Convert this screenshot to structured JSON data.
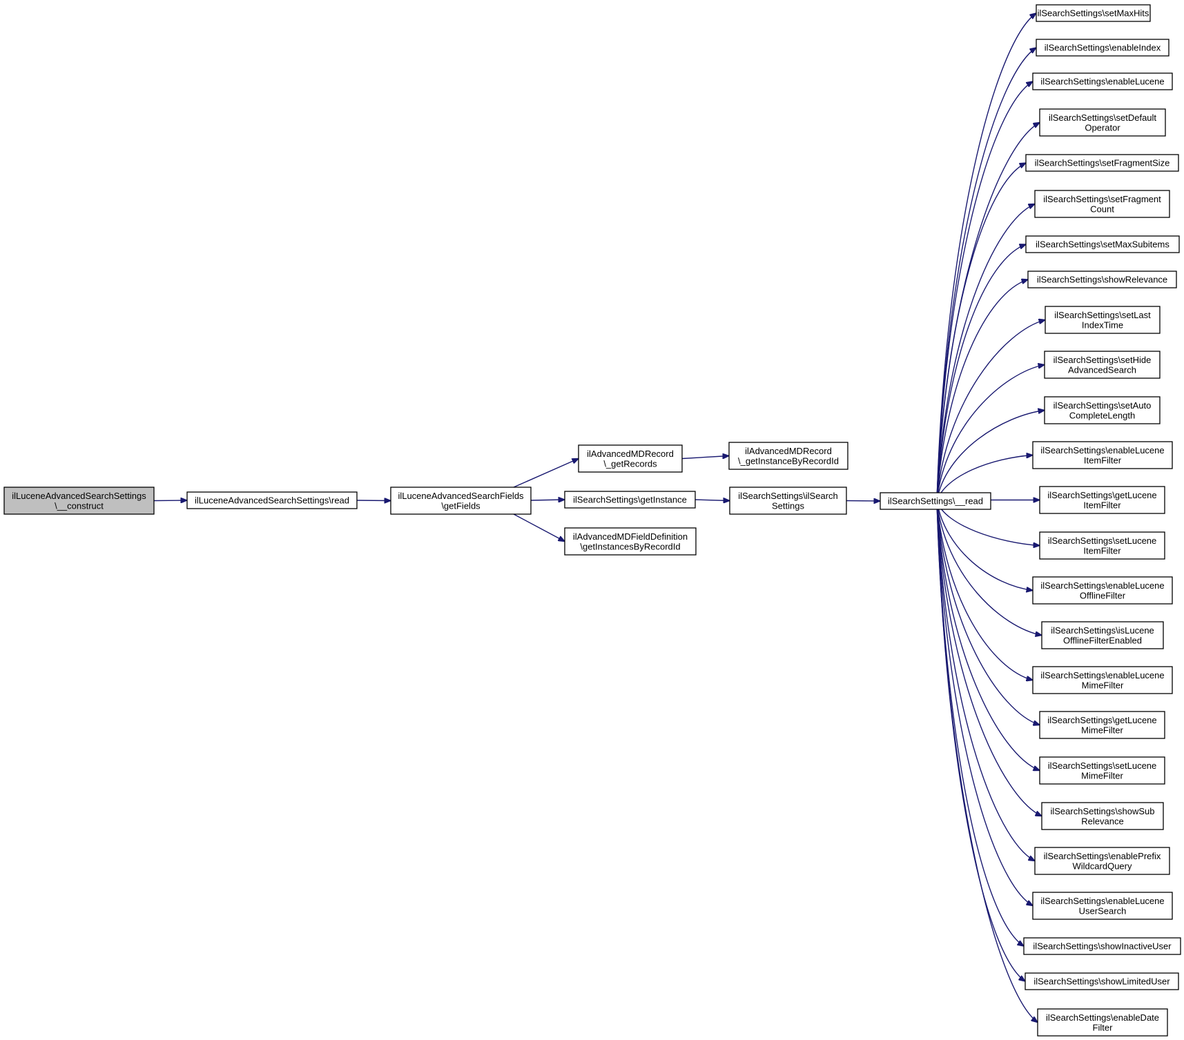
{
  "diagram": {
    "type": "call-graph",
    "edge_color": "#191970",
    "root_fill": "#bfbfbf",
    "nodes": [
      {
        "id": "root",
        "lines": [
          "ilLuceneAdvancedSearchSettings",
          "\\__construct"
        ]
      },
      {
        "id": "read",
        "lines": [
          "ilLuceneAdvancedSearchSettings\\read"
        ]
      },
      {
        "id": "getFields",
        "lines": [
          "ilLuceneAdvancedSearchFields",
          "\\getFields"
        ]
      },
      {
        "id": "getRecords",
        "lines": [
          "ilAdvancedMDRecord",
          "\\_getRecords"
        ]
      },
      {
        "id": "getInstanceSS",
        "lines": [
          "ilSearchSettings\\getInstance"
        ]
      },
      {
        "id": "getInstancesByRecordId",
        "lines": [
          "ilAdvancedMDFieldDefinition",
          "\\getInstancesByRecordId"
        ]
      },
      {
        "id": "getInstanceByRecordId",
        "lines": [
          "ilAdvancedMDRecord",
          "\\_getInstanceByRecordId"
        ]
      },
      {
        "id": "ctorSS",
        "lines": [
          "ilSearchSettings\\ilSearch",
          "Settings"
        ]
      },
      {
        "id": "readSS",
        "lines": [
          "ilSearchSettings\\__read"
        ]
      },
      {
        "id": "t1",
        "lines": [
          "ilSearchSettings\\setMaxHits"
        ]
      },
      {
        "id": "t2",
        "lines": [
          "ilSearchSettings\\enableIndex"
        ]
      },
      {
        "id": "t3",
        "lines": [
          "ilSearchSettings\\enableLucene"
        ]
      },
      {
        "id": "t4",
        "lines": [
          "ilSearchSettings\\setDefault",
          "Operator"
        ]
      },
      {
        "id": "t5",
        "lines": [
          "ilSearchSettings\\setFragmentSize"
        ]
      },
      {
        "id": "t6",
        "lines": [
          "ilSearchSettings\\setFragment",
          "Count"
        ]
      },
      {
        "id": "t7",
        "lines": [
          "ilSearchSettings\\setMaxSubitems"
        ]
      },
      {
        "id": "t8",
        "lines": [
          "ilSearchSettings\\showRelevance"
        ]
      },
      {
        "id": "t9",
        "lines": [
          "ilSearchSettings\\setLast",
          "IndexTime"
        ]
      },
      {
        "id": "t10",
        "lines": [
          "ilSearchSettings\\setHide",
          "AdvancedSearch"
        ]
      },
      {
        "id": "t11",
        "lines": [
          "ilSearchSettings\\setAuto",
          "CompleteLength"
        ]
      },
      {
        "id": "t12",
        "lines": [
          "ilSearchSettings\\enableLucene",
          "ItemFilter"
        ]
      },
      {
        "id": "t13",
        "lines": [
          "ilSearchSettings\\getLucene",
          "ItemFilter"
        ]
      },
      {
        "id": "t14",
        "lines": [
          "ilSearchSettings\\setLucene",
          "ItemFilter"
        ]
      },
      {
        "id": "t15",
        "lines": [
          "ilSearchSettings\\enableLucene",
          "OfflineFilter"
        ]
      },
      {
        "id": "t16",
        "lines": [
          "ilSearchSettings\\isLucene",
          "OfflineFilterEnabled"
        ]
      },
      {
        "id": "t17",
        "lines": [
          "ilSearchSettings\\enableLucene",
          "MimeFilter"
        ]
      },
      {
        "id": "t18",
        "lines": [
          "ilSearchSettings\\getLucene",
          "MimeFilter"
        ]
      },
      {
        "id": "t19",
        "lines": [
          "ilSearchSettings\\setLucene",
          "MimeFilter"
        ]
      },
      {
        "id": "t20",
        "lines": [
          "ilSearchSettings\\showSub",
          "Relevance"
        ]
      },
      {
        "id": "t21",
        "lines": [
          "ilSearchSettings\\enablePrefix",
          "WildcardQuery"
        ]
      },
      {
        "id": "t22",
        "lines": [
          "ilSearchSettings\\enableLucene",
          "UserSearch"
        ]
      },
      {
        "id": "t23",
        "lines": [
          "ilSearchSettings\\showInactiveUser"
        ]
      },
      {
        "id": "t24",
        "lines": [
          "ilSearchSettings\\showLimitedUser"
        ]
      },
      {
        "id": "t25",
        "lines": [
          "ilSearchSettings\\enableDate",
          "Filter"
        ]
      }
    ],
    "edges": [
      [
        "root",
        "read"
      ],
      [
        "read",
        "getFields"
      ],
      [
        "getFields",
        "getRecords"
      ],
      [
        "getFields",
        "getInstanceSS"
      ],
      [
        "getFields",
        "getInstancesByRecordId"
      ],
      [
        "getRecords",
        "getInstanceByRecordId"
      ],
      [
        "getInstanceSS",
        "ctorSS"
      ],
      [
        "ctorSS",
        "readSS"
      ],
      [
        "readSS",
        "t1"
      ],
      [
        "readSS",
        "t2"
      ],
      [
        "readSS",
        "t3"
      ],
      [
        "readSS",
        "t4"
      ],
      [
        "readSS",
        "t5"
      ],
      [
        "readSS",
        "t6"
      ],
      [
        "readSS",
        "t7"
      ],
      [
        "readSS",
        "t8"
      ],
      [
        "readSS",
        "t9"
      ],
      [
        "readSS",
        "t10"
      ],
      [
        "readSS",
        "t11"
      ],
      [
        "readSS",
        "t12"
      ],
      [
        "readSS",
        "t13"
      ],
      [
        "readSS",
        "t14"
      ],
      [
        "readSS",
        "t15"
      ],
      [
        "readSS",
        "t16"
      ],
      [
        "readSS",
        "t17"
      ],
      [
        "readSS",
        "t18"
      ],
      [
        "readSS",
        "t19"
      ],
      [
        "readSS",
        "t20"
      ],
      [
        "readSS",
        "t21"
      ],
      [
        "readSS",
        "t22"
      ],
      [
        "readSS",
        "t23"
      ],
      [
        "readSS",
        "t24"
      ],
      [
        "readSS",
        "t25"
      ]
    ]
  }
}
